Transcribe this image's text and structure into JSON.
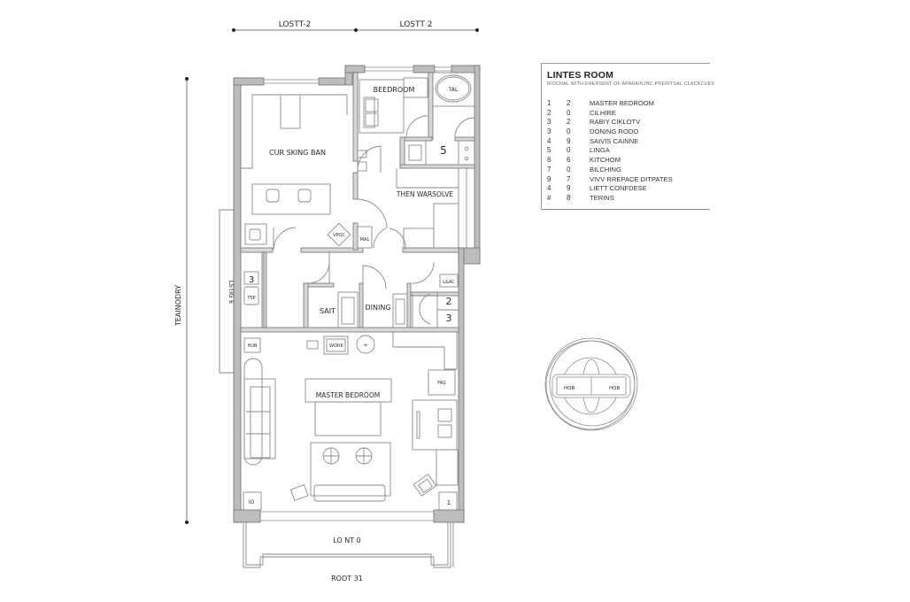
{
  "dimensions": {
    "top_left": "LOSTT-2",
    "top_right": "LOSTT 2",
    "left_vertical": "TEAINODRY",
    "left_inner": "LSTIG E",
    "bottom_inner": "LO NT 0",
    "bottom_outer": "ROOT 31"
  },
  "rooms": {
    "living": "CUR SKING BAN",
    "bedroom": "BEEDROOM",
    "bath_tub": "TAL",
    "bath_number": "5",
    "hall": "THEN WARSOLVE",
    "closet_a": "VPOC",
    "closet_b": "MAL",
    "sait": "SAIT",
    "dining": "DINING",
    "laundry": "L&AC",
    "util_2": "2",
    "util_3": "3",
    "left_cab_number": "3",
    "left_cab_label": "TSP",
    "master": "MASTER BEDROOM",
    "hub": "HUB",
    "work": "WORK",
    "fag": "FAG",
    "corner_left": "IO",
    "corner_right": "1"
  },
  "detail": {
    "left": "HOB",
    "right": "HOB"
  },
  "legend": {
    "title": "LINTES ROOM",
    "subtitle": "RIOCNAL WITH EHERSENT OF APARAINJNC PRERITSAL CLACKCUES",
    "rows": [
      {
        "a": "1",
        "b": "2",
        "name": "MASTER BEDROOM"
      },
      {
        "a": "2",
        "b": "0",
        "name": "CILHIRE"
      },
      {
        "a": "3",
        "b": "2",
        "name": "RABIY CIKLOTV"
      },
      {
        "a": "3",
        "b": "0",
        "name": "DONING RODO"
      },
      {
        "a": "4",
        "b": "9",
        "name": "SAIVIS CAINNE"
      },
      {
        "a": "5",
        "b": "0",
        "name": "LINGA"
      },
      {
        "a": "6",
        "b": "6",
        "name": "KITCHOM"
      },
      {
        "a": "7",
        "b": "0",
        "name": "BILCHING"
      },
      {
        "a": "9",
        "b": "7",
        "name": "VIVV RREPACE DITPATES"
      },
      {
        "a": "4",
        "b": "9",
        "name": "LIETT CONFDESE"
      },
      {
        "a": "#",
        "b": "8",
        "name": "TERINS"
      }
    ]
  },
  "colors": {
    "wall": "#b8b8b8",
    "wall_edge": "#6f6f6f",
    "line": "#7a7a7a",
    "background": "#ffffff"
  }
}
